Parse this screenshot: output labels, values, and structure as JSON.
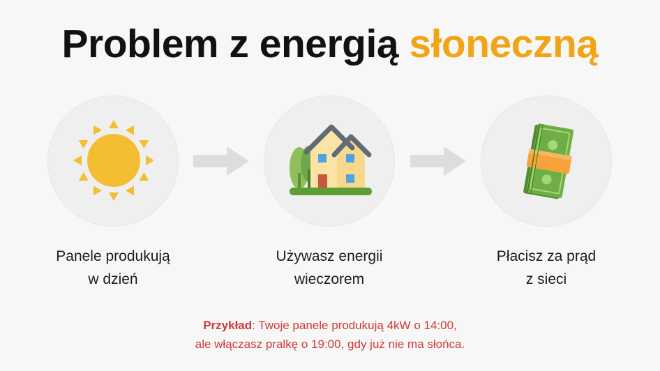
{
  "title": {
    "main": "Problem z energią",
    "accent": "słoneczną"
  },
  "steps": [
    {
      "icon": "sun-icon",
      "line1": "Panele produkują",
      "line2": "w dzień"
    },
    {
      "icon": "house-icon",
      "line1": "Używasz energii",
      "line2": "wieczorem"
    },
    {
      "icon": "money-icon",
      "line1": "Płacisz za prąd",
      "line2": "z sieci"
    }
  ],
  "example": {
    "label": "Przykład",
    "line1_rest": ": Twoje panele produkują 4kW o 14:00,",
    "line2": "ale włączasz pralkę o 19:00, gdy już nie ma słońca."
  },
  "colors": {
    "accent": "#f2a417",
    "example_text": "#d03a35",
    "circle_bg": "#efefef",
    "arrow": "#dddddd",
    "sun": "#f4bd32"
  }
}
